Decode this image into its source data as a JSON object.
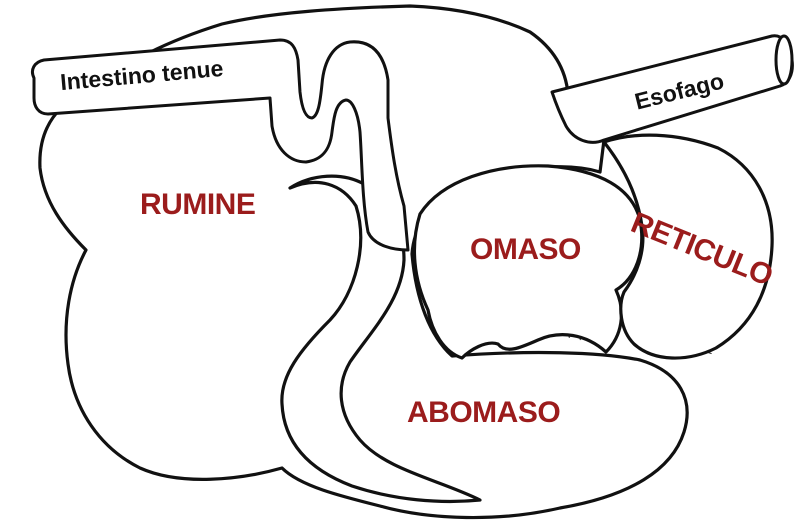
{
  "labels": {
    "rumine": "RUMINE",
    "reticulo": "RETICULO",
    "omaso": "OMASO",
    "abomaso": "ABOMASO",
    "intestino": "Intestino tenue",
    "esofago": "Esofago"
  },
  "colors": {
    "organ_label": "#9b1c1c",
    "outline": "#111111",
    "fill": "#ffffff"
  }
}
